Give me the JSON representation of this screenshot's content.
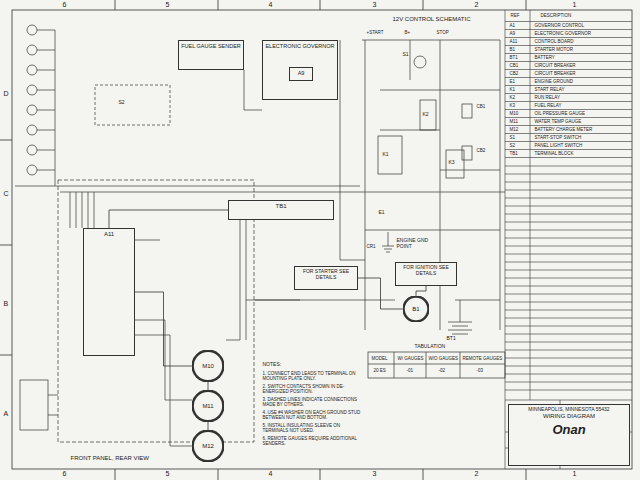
{
  "diagram": {
    "nodes": [
      {
        "text": [
          "ELECTRONIC GOVERNOR"
        ]
      },
      {
        "text": [
          "A9"
        ],
        "in": 0
      },
      {
        "text": [
          "FUEL GAUGE SENDER"
        ]
      },
      {
        "text": [
          "A11"
        ]
      },
      {
        "text": [
          "TB1"
        ]
      },
      {
        "text": [
          "FOR STARTER SEE DETAILS"
        ]
      },
      {
        "text": [
          "FOR IGNITION SEE DETAILS"
        ]
      },
      {
        "text": [
          "B1"
        ]
      },
      {
        "text": [
          "M10"
        ]
      },
      {
        "text": [
          "M11"
        ]
      },
      {
        "text": [
          "M12"
        ]
      },
      {
        "text": [
          "MINNEAPOLIS, MINNESOTA 55432",
          "WIRING DIAGRAM",
          "Onan"
        ]
      }
    ],
    "edges": [
      {
        "from": 3,
        "to": 4,
        "arrow": "none"
      },
      {
        "from": 3,
        "to": 8,
        "arrow": "none"
      },
      {
        "from": 8,
        "to": 9,
        "arrow": "none"
      },
      {
        "from": 9,
        "to": 10,
        "arrow": "none"
      },
      {
        "from": 5,
        "to": 7,
        "arrow": "none"
      },
      {
        "from": 6,
        "to": 7,
        "arrow": "none"
      }
    ],
    "labels": [
      "12V CONTROL SCHEMATIC",
      "FRONT PANEL, REAR VIEW",
      "NOTES:",
      "1. CONNECT END LEADS TO TERMINAL ON MOUNTING PLATE ONLY.",
      "2. SWITCH CONTACTS SHOWN IN DE-ENERGIZED POSITION.",
      "3. DASHED LINES INDICATE CONNECTIONS MADE BY OTHERS.",
      "4. USE #4 WASHER ON EACH GROUND STUD BETWEEN NUT AND BOTTOM.",
      "5. INSTALL INSULATING SLEEVE ON TERMINALS NOT USED.",
      "6. REMOTE GAUGES REQUIRE ADDITIONAL SENDERS.",
      "TABULATION",
      "MODEL",
      "W/ GAUGES",
      "W/O GAUGES",
      "REMOTE GAUGES",
      "20 ES",
      "-01",
      "-02",
      "-03",
      "6",
      "5",
      "4",
      "3",
      "2",
      "1",
      "6",
      "5",
      "4",
      "3",
      "2",
      "1",
      "D",
      "C",
      "B",
      "A",
      "+START",
      "B+",
      "STOP",
      "S1",
      "K1",
      "K2",
      "K3",
      "CB1",
      "CB2",
      "E1",
      "ENGINE GND POINT",
      "BT1",
      "S2",
      "CR1",
      "REF",
      "DESCRIPTION",
      "A1",
      "GOVERNOR CONTROL",
      "A9",
      "ELECTRONIC GOVERNOR",
      "A11",
      "CONTROL BOARD",
      "B1",
      "STARTER MOTOR",
      "BT1",
      "BATTERY",
      "CB1",
      "CIRCUIT BREAKER",
      "CB2",
      "CIRCUIT BREAKER",
      "E1",
      "ENGINE GROUND",
      "K1",
      "START RELAY",
      "K2",
      "RUN RELAY",
      "K3",
      "FUEL RELAY",
      "M10",
      "OIL PRESSURE GAUGE",
      "M11",
      "WATER TEMP GAUGE",
      "M12",
      "BATTERY CHARGE METER",
      "S1",
      "START-STOP SWITCH",
      "S2",
      "PANEL LIGHT SWITCH",
      "TB1",
      "TERMINAL BLOCK"
    ]
  }
}
